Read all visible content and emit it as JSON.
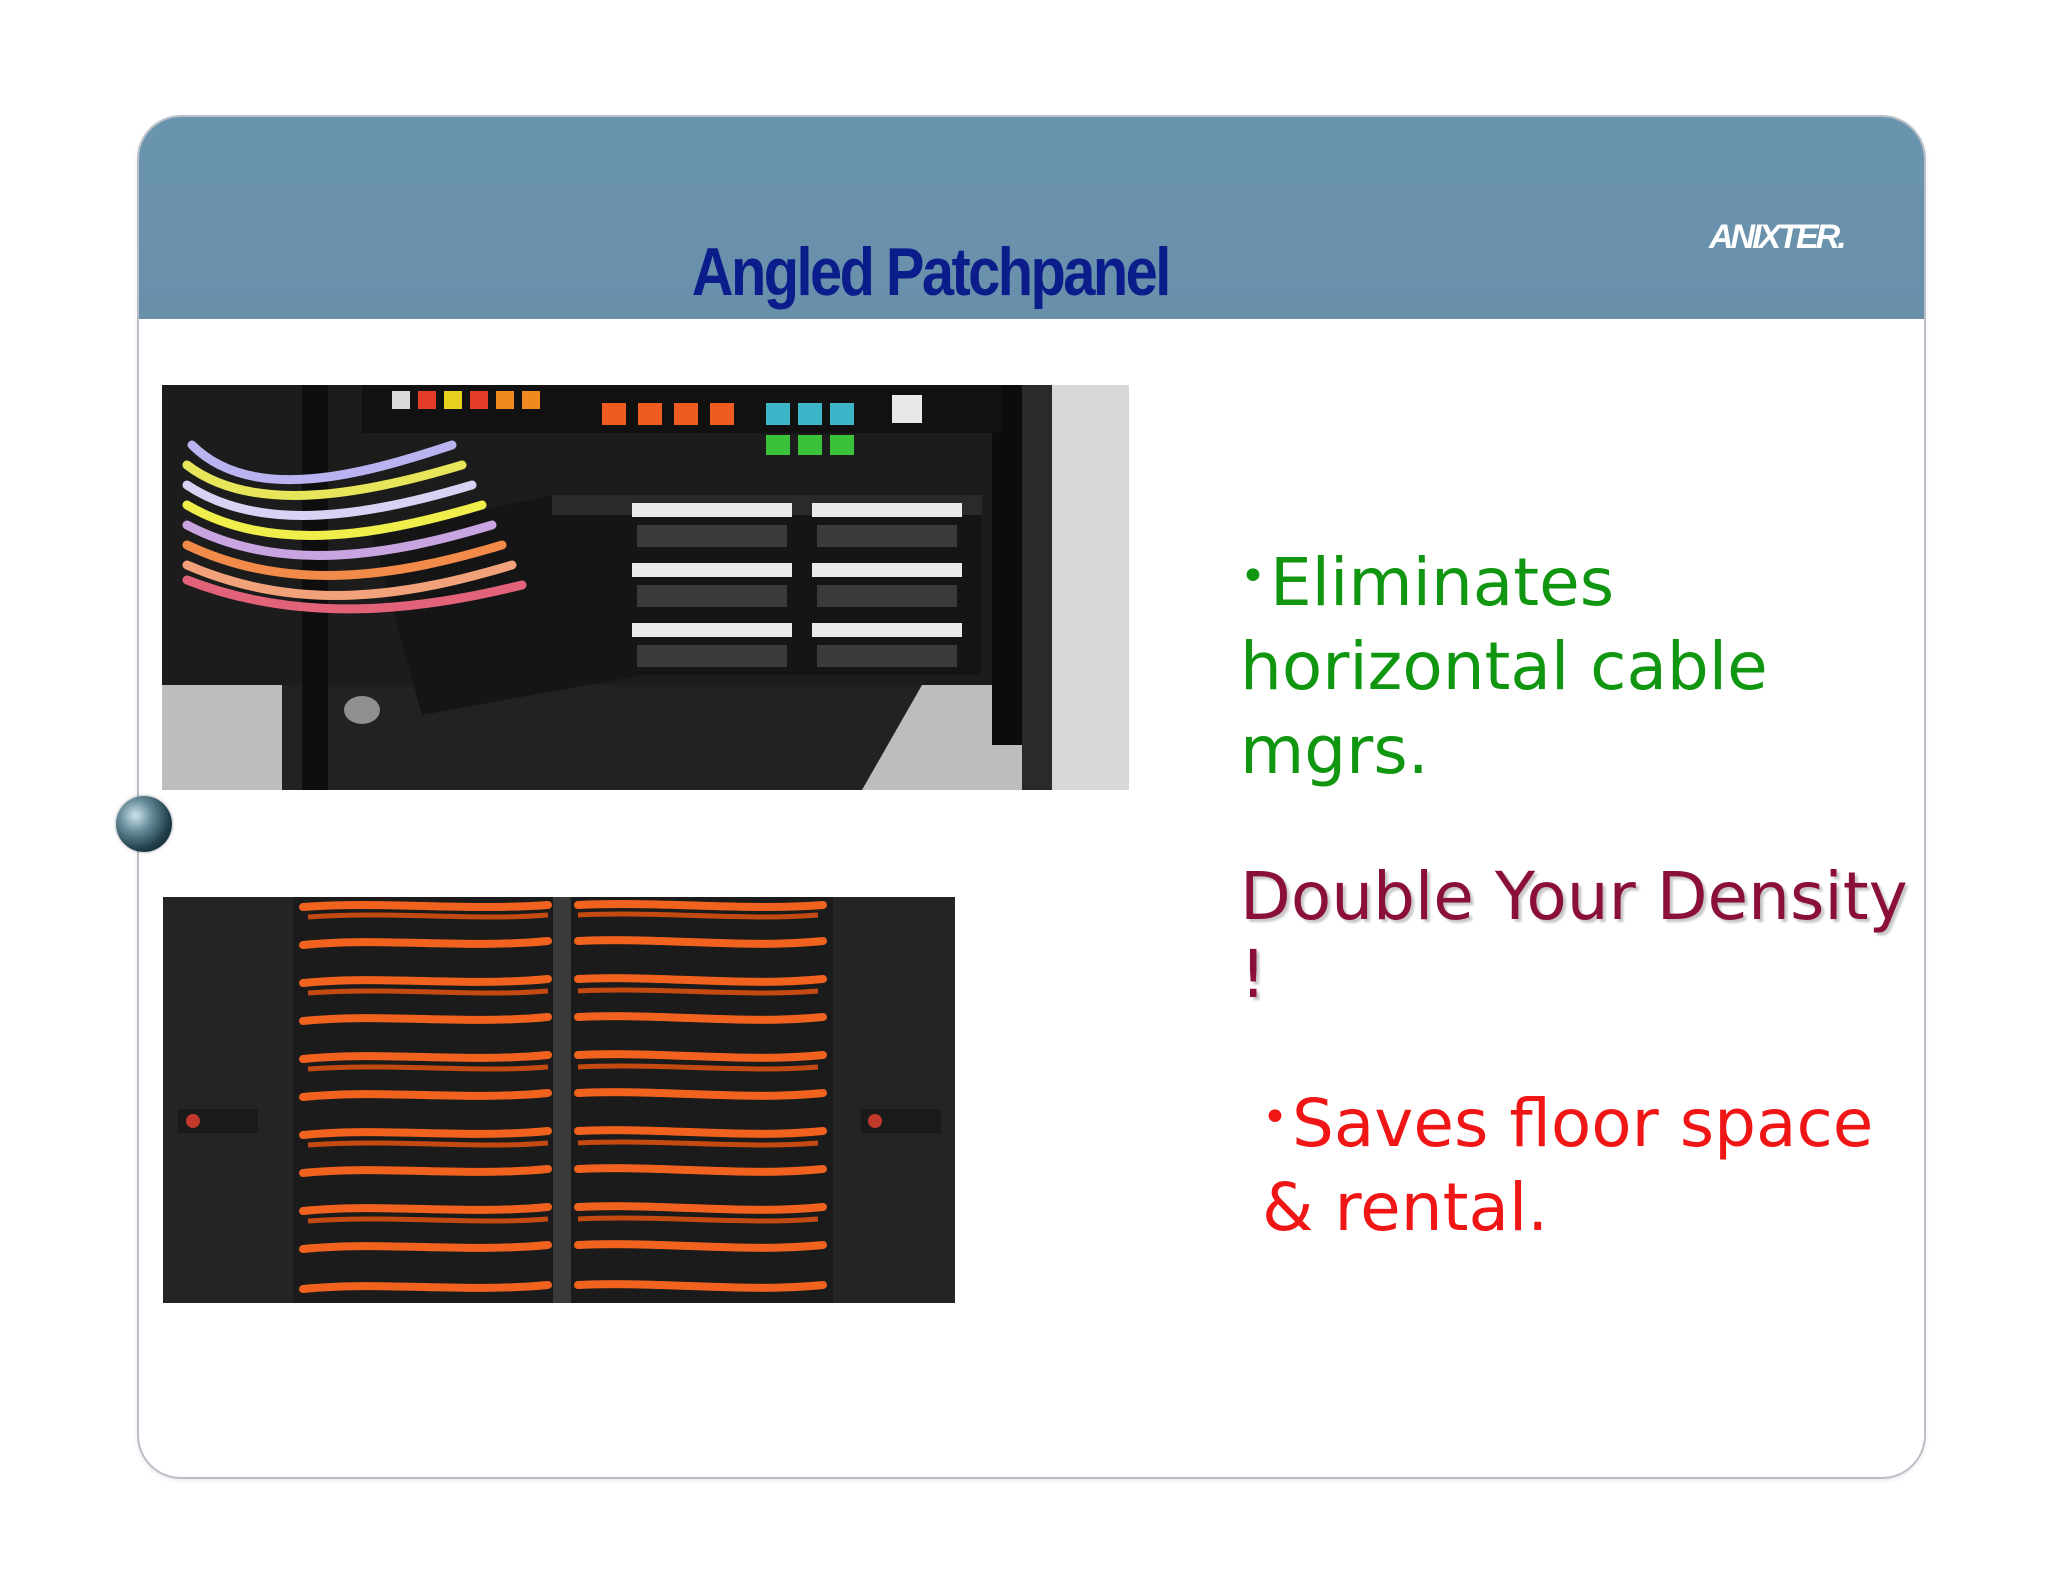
{
  "slide": {
    "title": "Angled Patchpanel",
    "logo_text": "ANIXTER."
  },
  "bullets": [
    {
      "bullet": "•",
      "text": "Eliminates horizontal cable mgrs.",
      "color": "#109610"
    },
    {
      "text": "Double Your Density !",
      "color": "#8a1038"
    },
    {
      "bullet": "•",
      "text": "Saves floor space & rental.",
      "color": "#f01616"
    }
  ],
  "colors": {
    "header_band": "#6a94ae",
    "title": "#0b1d8a"
  },
  "images": [
    {
      "name": "angled-patch-panel-photo"
    },
    {
      "name": "dense-orange-cabling-photo"
    },
    {
      "name": "globe-icon"
    }
  ]
}
